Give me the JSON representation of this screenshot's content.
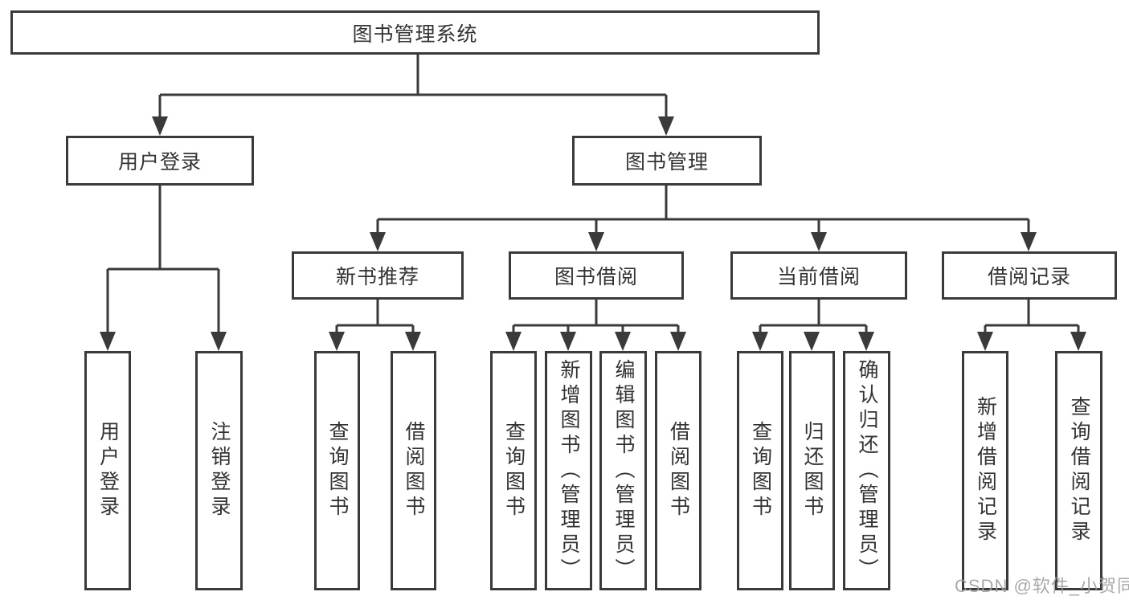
{
  "tree": {
    "label": "图书管理系统",
    "children": [
      {
        "label": "用户登录",
        "children": [
          {
            "label": "用户登录"
          },
          {
            "label": "注销登录"
          }
        ]
      },
      {
        "label": "图书管理",
        "children": [
          {
            "label": "新书推荐",
            "children": [
              {
                "label": "查询图书"
              },
              {
                "label": "借阅图书"
              }
            ]
          },
          {
            "label": "图书借阅",
            "children": [
              {
                "label": "查询图书"
              },
              {
                "label": "新增图书（管理员）"
              },
              {
                "label": "编辑图书（管理员）"
              },
              {
                "label": "借阅图书"
              }
            ]
          },
          {
            "label": "当前借阅",
            "children": [
              {
                "label": "查询图书"
              },
              {
                "label": "归还图书"
              },
              {
                "label": "确认归还（管理员）"
              }
            ]
          },
          {
            "label": "借阅记录",
            "children": [
              {
                "label": "新增借阅记录"
              },
              {
                "label": "查询借阅记录"
              }
            ]
          }
        ]
      }
    ]
  },
  "watermark": {
    "text": "CSDN @软件_小贺同学"
  },
  "colors": {
    "line": "#3a3a3a",
    "text": "#333333",
    "background": "#ffffff",
    "watermark": "#a0a0a0"
  }
}
